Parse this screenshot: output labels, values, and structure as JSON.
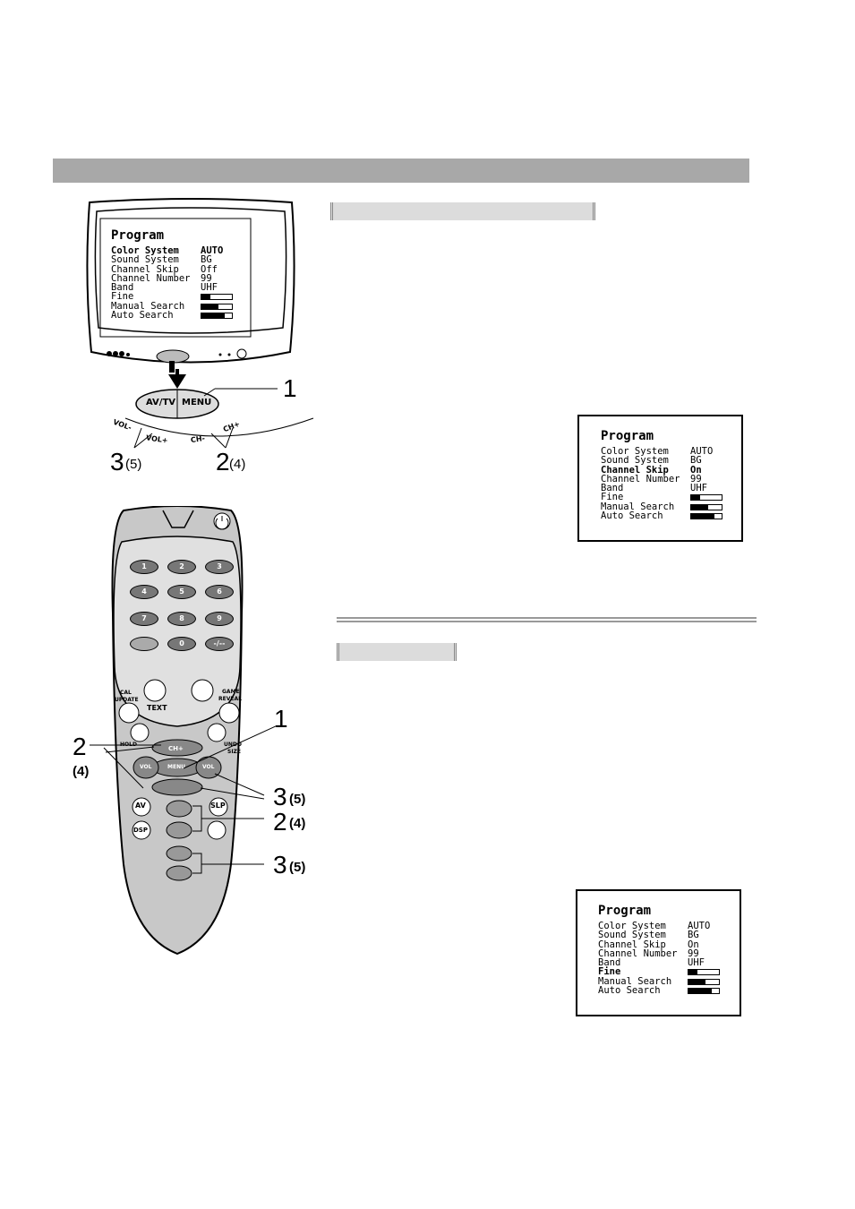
{
  "tv_osd": {
    "title": "Program",
    "rows": [
      {
        "label": "Color System",
        "value": "AUTO",
        "bold": true
      },
      {
        "label": "Sound System",
        "value": "BG",
        "bold": false
      },
      {
        "label": "Channel Skip",
        "value": "Off",
        "bold": false
      },
      {
        "label": "Channel Number",
        "value": "99",
        "bold": false
      },
      {
        "label": "Band",
        "value": "UHF",
        "bold": false
      },
      {
        "label": "Fine",
        "bar": 0.3,
        "bold": false
      },
      {
        "label": "Manual Search",
        "bar": 0.55,
        "bold": false
      },
      {
        "label": "Auto Search",
        "bar": 0.75,
        "bold": false
      }
    ]
  },
  "osd_box_1": {
    "title": "Program",
    "rows": [
      {
        "label": "Color System",
        "value": "AUTO",
        "bold": false
      },
      {
        "label": "Sound System",
        "value": "BG",
        "bold": false
      },
      {
        "label": "Channel Skip",
        "value": "On",
        "bold": true
      },
      {
        "label": "Channel Number",
        "value": "99",
        "bold": false
      },
      {
        "label": "Band",
        "value": "UHF",
        "bold": false
      },
      {
        "label": "Fine",
        "bar": 0.3,
        "bold": false
      },
      {
        "label": "Manual Search",
        "bar": 0.55,
        "bold": false
      },
      {
        "label": "Auto Search",
        "bar": 0.75,
        "bold": false
      }
    ]
  },
  "osd_box_2": {
    "title": "Program",
    "rows": [
      {
        "label": "Color System",
        "value": "AUTO",
        "bold": false
      },
      {
        "label": "Sound System",
        "value": "BG",
        "bold": false
      },
      {
        "label": "Channel Skip",
        "value": "On",
        "bold": false
      },
      {
        "label": "Channel Number",
        "value": "99",
        "bold": false
      },
      {
        "label": "Band",
        "value": "UHF",
        "bold": false
      },
      {
        "label": "Fine",
        "bar": 0.3,
        "bold": true
      },
      {
        "label": "Manual Search",
        "bar": 0.55,
        "bold": false
      },
      {
        "label": "Auto Search",
        "bar": 0.75,
        "bold": false
      }
    ]
  },
  "panel": {
    "buttons": {
      "avtv": "AV/TV",
      "menu": "MENU"
    },
    "arc_labels": {
      "vol_minus": "VOL-",
      "vol_plus": "VOL+",
      "ch_minus": "CH-",
      "ch_plus": "CH+"
    },
    "callouts": {
      "c1": "1",
      "c3": "3",
      "c3p": "(5)",
      "c2": "2",
      "c2p": "(4)"
    }
  },
  "remote": {
    "keys": [
      "1",
      "2",
      "3",
      "4",
      "5",
      "6",
      "7",
      "8",
      "9",
      "0",
      "-/--"
    ],
    "labels": {
      "cal": "CAL",
      "update": "UPDATE",
      "text": "TEXT",
      "game": "GAME",
      "reveal": "REVEAL",
      "hold": "HOLD",
      "undo": "UNDO",
      "size": "SIZE",
      "chplus": "CH+",
      "menu": "MENU",
      "vol": "VOL",
      "av": "AV",
      "slp": "SLP",
      "dsp": "DSP"
    },
    "callouts": {
      "r1": "1",
      "r2a": "2",
      "r2ap": "(4)",
      "r3a": "3",
      "r3ap": "(5)",
      "r2b": "2",
      "r2bp": "(4)",
      "r3b": "3",
      "r3bp": "(5)"
    }
  },
  "colors": {
    "header": "#a8a8a8",
    "subheader": "#dcdcdc"
  }
}
